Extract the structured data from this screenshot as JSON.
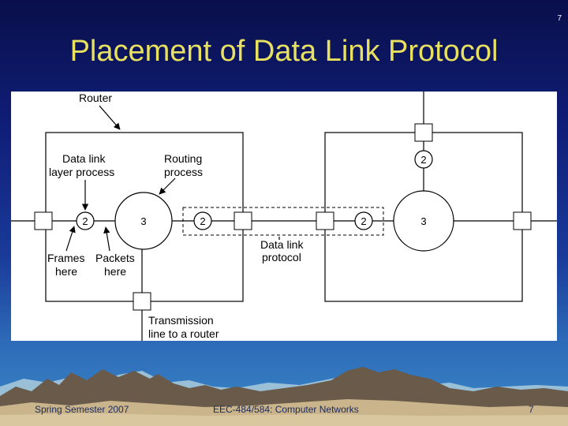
{
  "slide": {
    "number_top": "7",
    "title": "Placement of Data Link Protocol"
  },
  "diagram": {
    "labels": {
      "router": "Router",
      "data_link_1": "Data link",
      "data_link_2": "layer process",
      "routing_1": "Routing",
      "routing_2": "process",
      "frames_1": "Frames",
      "frames_2": "here",
      "packets_1": "Packets",
      "packets_2": "here",
      "dlp_1": "Data link",
      "dlp_2": "protocol",
      "tx_1": "Transmission",
      "tx_2": "line to a router"
    },
    "nodes": {
      "layer2": "2",
      "layer3": "3"
    }
  },
  "footer": {
    "left": "Spring Semester 2007",
    "middle": "EEC-484/584: Computer Networks",
    "right": "7"
  }
}
